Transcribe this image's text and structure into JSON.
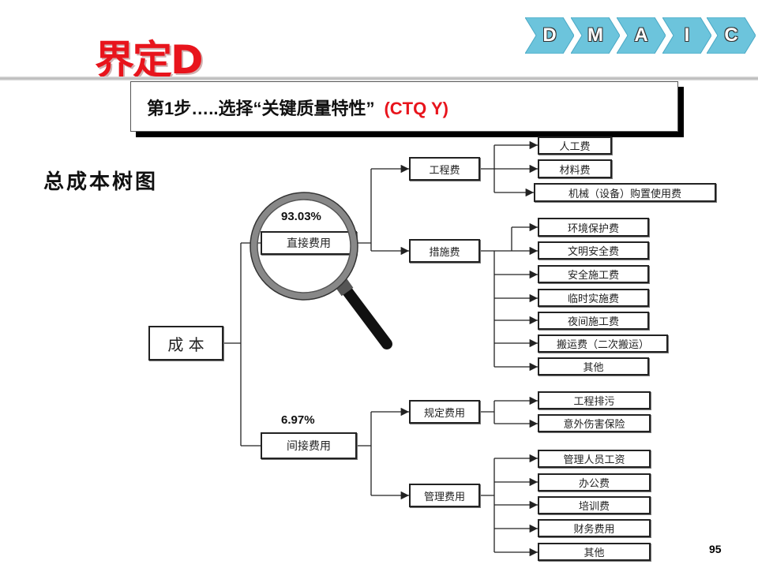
{
  "header": {
    "title": "界定D",
    "dmaic": [
      "D",
      "M",
      "A",
      "I",
      "C"
    ]
  },
  "step": {
    "text": "第1步…..选择“关键质量特性”",
    "ctq": "(CTQ   Y)"
  },
  "tree": {
    "title": "总成本树图",
    "root": "成  本",
    "direct": {
      "label": "直接费用",
      "percent": "93.03%"
    },
    "indirect": {
      "label": "间接费用",
      "percent": "6.97%"
    },
    "engineering": {
      "label": "工程费",
      "items": [
        "人工费",
        "材料费",
        "机械（设备）购置使用费"
      ]
    },
    "measures": {
      "label": "措施费",
      "items": [
        "环境保护费",
        "文明安全费",
        "安全施工费",
        "临时实施费",
        "夜间施工费",
        "搬运费（二次搬运）",
        "其他"
      ]
    },
    "regulated": {
      "label": "规定费用",
      "items": [
        "工程排污",
        "意外伤害保险"
      ]
    },
    "management": {
      "label": "管理费用",
      "items": [
        "管理人员工资",
        "办公费",
        "培训费",
        "财务费用",
        "其他"
      ]
    }
  },
  "page_number": "95",
  "colors": {
    "title_red": "#e8141c",
    "chevron_blue": "#6cc4dc"
  }
}
